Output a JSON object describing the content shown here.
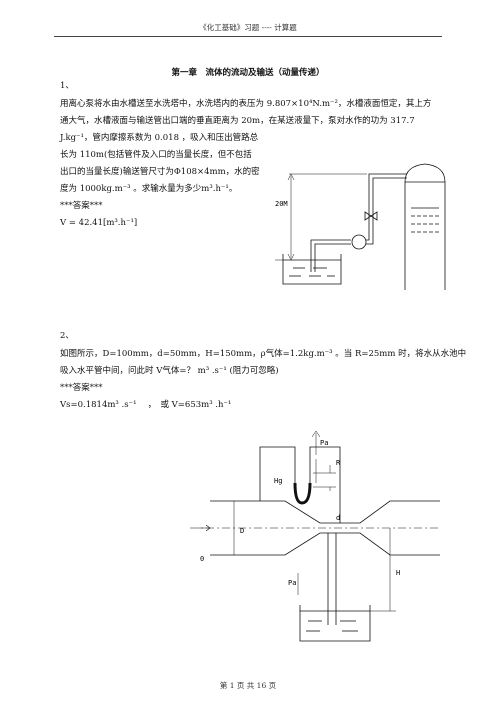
{
  "header": "《化工基础》习题 ---- 计算题",
  "chapter_title": "第一章　流体的流动及输送（动量传递）",
  "problem1": {
    "number": "1、",
    "lines": [
      "用离心泵将水由水槽送至水洗塔中，水洗塔内的表压为 9.807×10⁴N.m⁻²，水槽液面恒定，其上方",
      "通大气，水槽液面与输送管出口端的垂直距离为 20m，在某送液量下，泵对水作的功为 317.7",
      "J.kg⁻¹，管内摩擦系数为 0.018 ，吸入和压出管路总",
      "长为 110m(包括管件及入口的当量长度，但不包括",
      "出口的当量长度)输送管尺寸为Φ108×4mm，水的密",
      "度为 1000kg.m⁻³ 。求输水量为多少m³.h⁻¹。"
    ],
    "answer_label": "***答案***",
    "answer": "V = 42.41[m³.h⁻¹]",
    "figure_label": "20M"
  },
  "problem2": {
    "number": "2、",
    "lines": [
      "如图所示，D=100mm，d=50mm，H=150mm，ρ气体=1.2kg.m⁻³ 。当 R=25mm 时，将水从水池中",
      "吸入水平管中间，问此时 V气体=？ m³ .s⁻¹ (阻力可忽略)"
    ],
    "answer_label": "***答案***",
    "answer": "Vs=0.1814m³ .s⁻¹　 ，　或 V=653m³ .h⁻¹",
    "figure_labels": {
      "pa_top": "Pa",
      "r": "R",
      "hg": "Hg",
      "big_d": "D",
      "small_d": "d",
      "pa_bottom": "Pa",
      "h": "H",
      "zero": "0"
    }
  },
  "footer": "第 1 页 共 16 页"
}
